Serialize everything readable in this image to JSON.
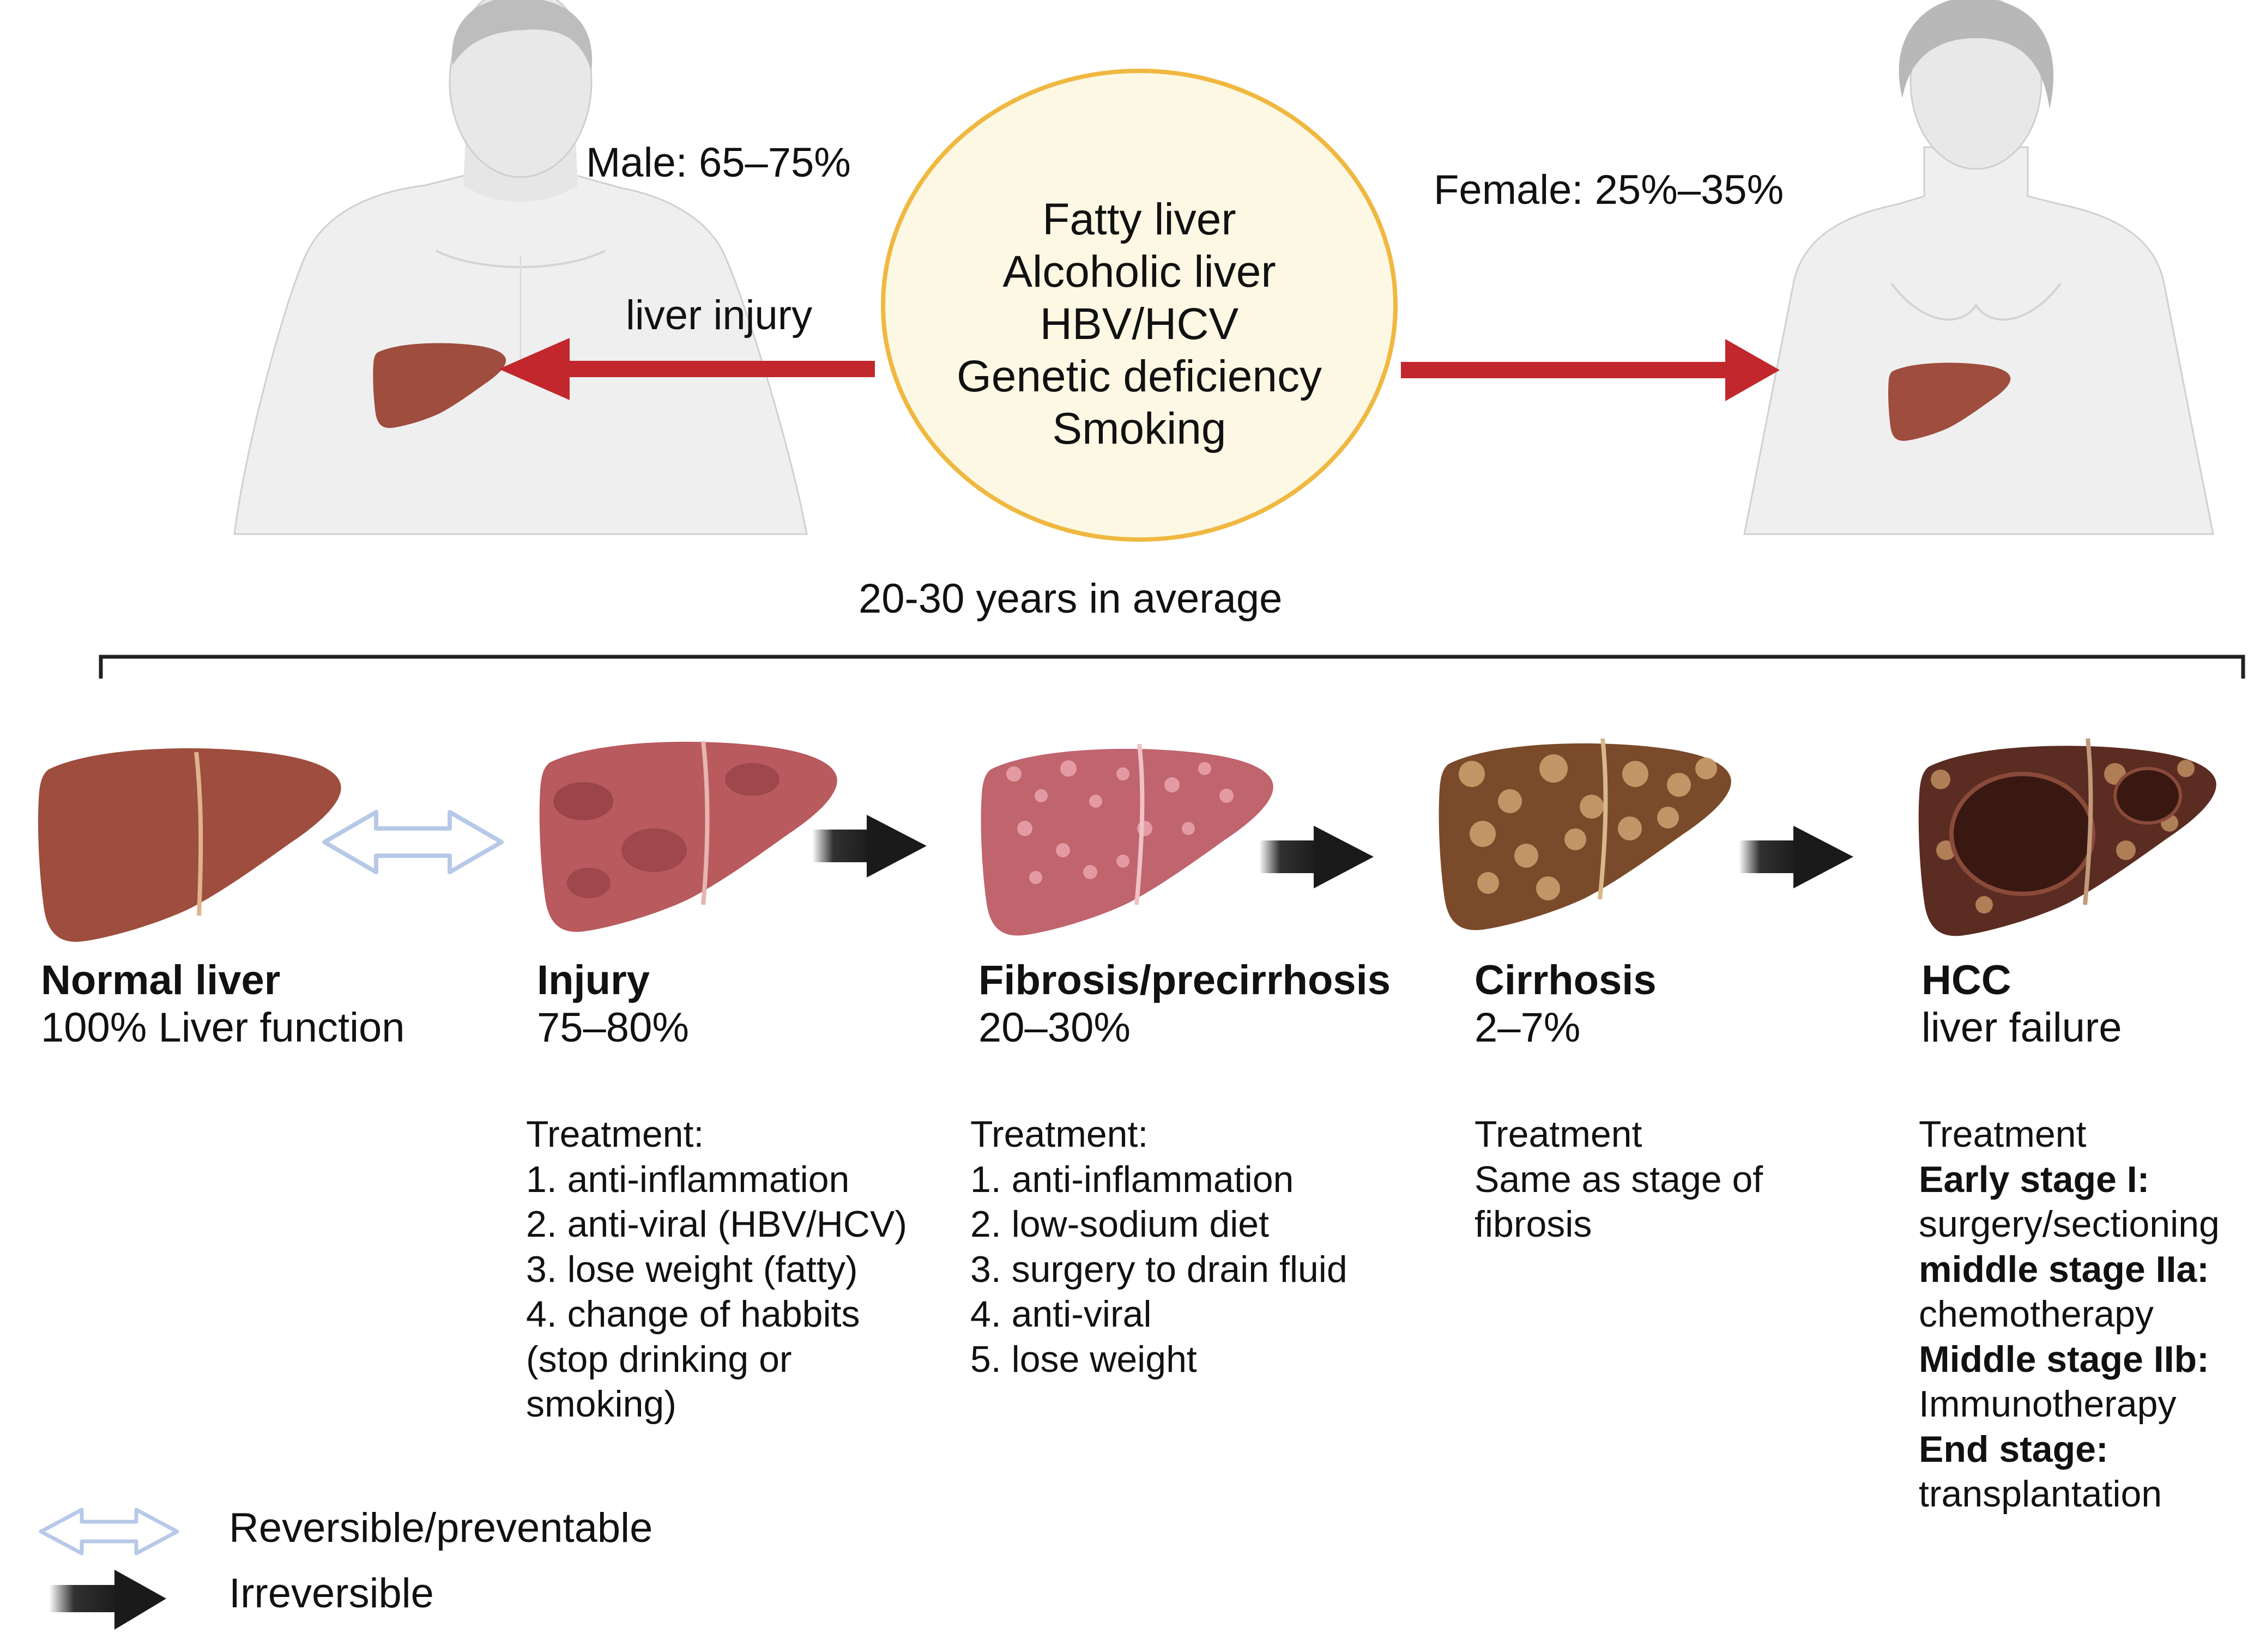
{
  "top": {
    "male_label": "Male: 65–75%",
    "female_label": "Female: 25%–35%",
    "arrow_label": "liver injury",
    "risk_factors": [
      "Fatty liver",
      "Alcoholic liver",
      "HBV/HCV",
      "Genetic deficiency",
      "Smoking"
    ]
  },
  "timeline": {
    "label": "20-30 years in average"
  },
  "stages": [
    {
      "title": "Normal liver",
      "subtitle": "100% Liver function"
    },
    {
      "title": "Injury",
      "subtitle": "75–80%"
    },
    {
      "title": "Fibrosis/precirrhosis",
      "subtitle": "20–30%"
    },
    {
      "title": "Cirrhosis",
      "subtitle": "2–7%"
    },
    {
      "title": "HCC",
      "subtitle": "liver failure"
    }
  ],
  "treatments": {
    "injury": [
      "Treatment:",
      "1. anti-inflammation",
      "2. anti-viral (HBV/HCV)",
      "3. lose weight (fatty)",
      "4. change of habbits",
      "(stop drinking or",
      "smoking)"
    ],
    "fibrosis": [
      "Treatment:",
      "1. anti-inflammation",
      "2. low-sodium diet",
      "3. surgery to drain fluid",
      "4. anti-viral",
      "5. lose weight"
    ],
    "cirrhosis": [
      "Treatment",
      "Same as stage of",
      "fibrosis"
    ],
    "hcc": {
      "heading": "Treatment",
      "items": [
        {
          "stage": "Early stage I:",
          "therapy": "surgery/sectioning"
        },
        {
          "stage": "middle stage IIa:",
          "therapy": "chemotherapy"
        },
        {
          "stage": "Middle stage IIb:",
          "therapy": "Immunotherapy"
        },
        {
          "stage": "End stage:",
          "therapy": "transplantation"
        }
      ]
    }
  },
  "legend": {
    "reversible": "Reversible/preventable",
    "irreversible": "Irreversible"
  },
  "colors": {
    "liver_normal": "#9e4d3e",
    "liver_injury": "#b85a5e",
    "liver_fibrosis": "#c0646e",
    "liver_cirrhosis": "#7a4a2a",
    "liver_hcc": "#5a2c22",
    "red_arrow": "#c1272d",
    "circle_fill": "#fcf8e4",
    "circle_stroke": "#f0b840",
    "reversible_arrow": "#b7c9e8"
  }
}
